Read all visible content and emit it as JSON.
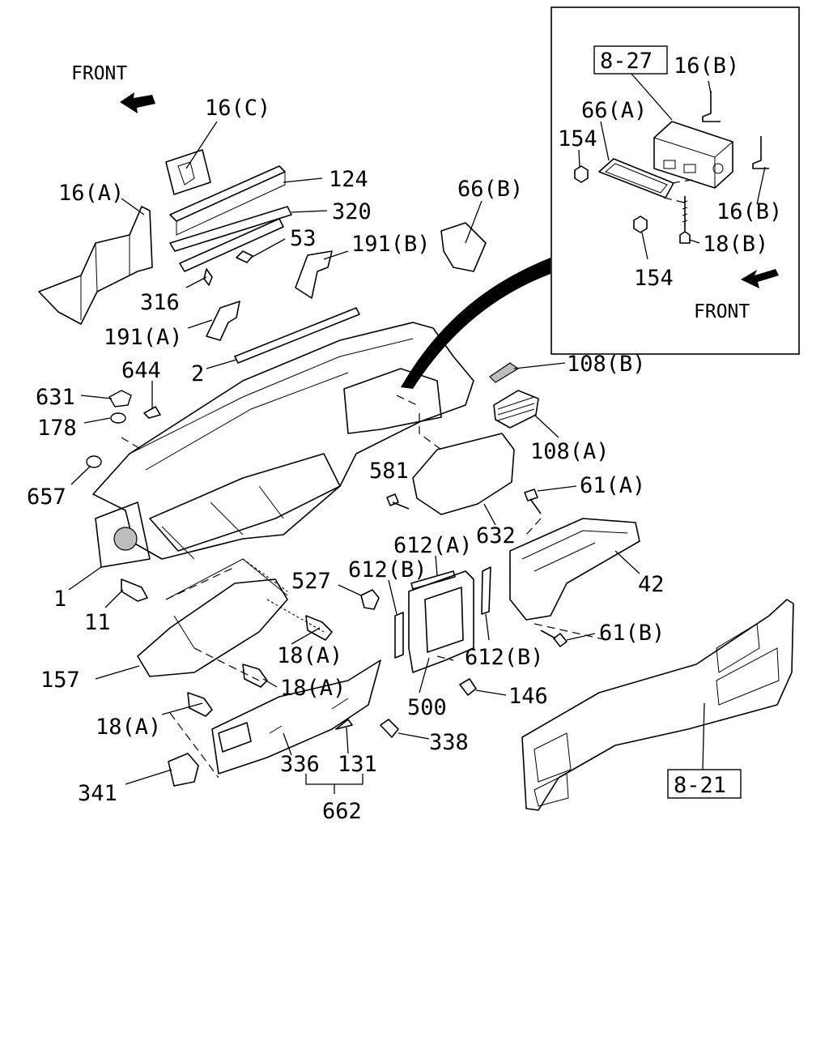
{
  "labels": {
    "front_top": "FRONT",
    "front_inset": "FRONT",
    "ref_8_27": "8-27",
    "ref_8_21": "8-21",
    "p16b_1": "16(B)",
    "p16b_2": "16(B)",
    "p66a": "66(A)",
    "p154_1": "154",
    "p154_2": "154",
    "p18b": "18(B)",
    "p16c": "16(C)",
    "p124": "124",
    "p320": "320",
    "p16a": "16(A)",
    "p53": "53",
    "p191b": "191(B)",
    "p66b": "66(B)",
    "p316": "316",
    "p191a": "191(A)",
    "p2": "2",
    "p108b": "108(B)",
    "p644": "644",
    "p631": "631",
    "p178": "178",
    "p108a": "108(A)",
    "p657": "657",
    "p581": "581",
    "p61a": "61(A)",
    "p632": "632",
    "p612a": "612(A)",
    "p612b_1": "612(B)",
    "p612b_2": "612(B)",
    "p527": "527",
    "p42": "42",
    "p1": "1",
    "p11": "11",
    "p18a_1": "18(A)",
    "p18a_2": "18(A)",
    "p18a_3": "18(A)",
    "p61b": "61(B)",
    "p157": "157",
    "p500": "500",
    "p146": "146",
    "p338": "338",
    "p336": "336",
    "p131": "131",
    "p341": "341",
    "p662": "662"
  }
}
